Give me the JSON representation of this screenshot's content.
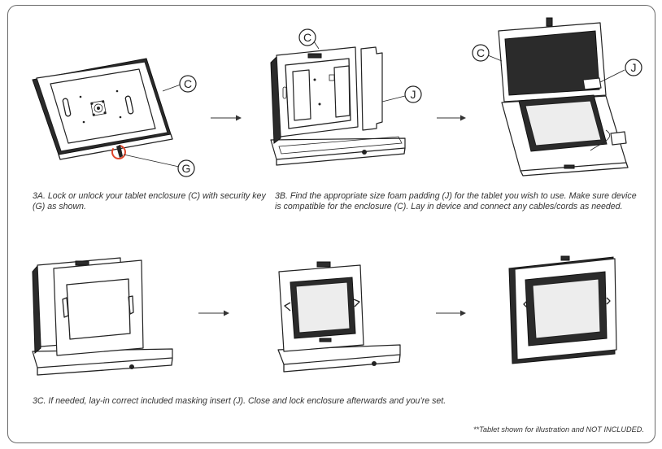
{
  "steps": {
    "s3a": "3A. Lock or unlock your tablet enclosure (C) with security key (G) as shown.",
    "s3b": "3B. Find the appropriate size foam padding (J) for the tablet you wish to use. Make sure device is compatible for the enclosure (C). Lay in device and connect any cables/cords as needed.",
    "s3c": "3C. If needed, lay-in correct included masking insert (J). Close and lock enclosure afterwards and you’re set."
  },
  "callouts": {
    "c": "C",
    "g": "G",
    "j": "J"
  },
  "footnote": "**Tablet shown for illustration and NOT INCLUDED.",
  "colors": {
    "line": "#222222",
    "frame": "#6a6a6a",
    "key_accent": "#e0452a",
    "panel_fill": "#2b2b2b"
  }
}
